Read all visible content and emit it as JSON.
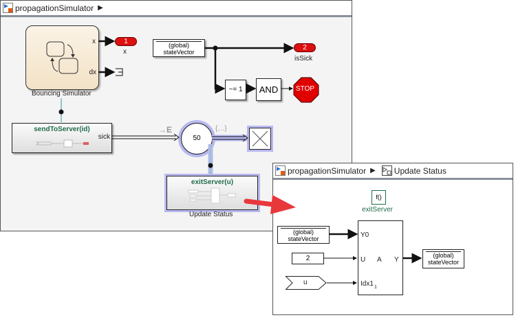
{
  "main_window": {
    "breadcrumb": [
      "propagationSimulator"
    ],
    "blocks": {
      "chart": {
        "label": "Bouncing Simulator",
        "ports": [
          "x",
          "dx"
        ]
      },
      "outport1": {
        "number": "1",
        "label": "x"
      },
      "global_from": {
        "line1": "(global)",
        "line2": "stateVector"
      },
      "outport2": {
        "number": "2",
        "label": "isSick"
      },
      "compare": {
        "text": "~= 1"
      },
      "and": {
        "text": "AND"
      },
      "stop": {
        "text": "STOP"
      },
      "send": {
        "title": "sendToServer(id)",
        "port": "sick"
      },
      "entity_label": "→E",
      "queue": {
        "text": "50"
      },
      "bus_label": "{…}",
      "exit": {
        "title": "exitServer(u)",
        "label": "Update Status"
      }
    }
  },
  "sub_window": {
    "breadcrumb": [
      "propagationSimulator",
      "Update Status"
    ],
    "blocks": {
      "trigger": {
        "text": "f()",
        "label": "exitServer"
      },
      "from_in": {
        "line1": "(global)",
        "line2": "stateVector"
      },
      "constant": {
        "text": "2"
      },
      "inport": {
        "text": "u"
      },
      "assign": {
        "ports": [
          "Y0",
          "U",
          "Idx1"
        ],
        "sub": "1",
        "center": "A",
        "out": "Y"
      },
      "to_out": {
        "line1": "(global)",
        "line2": "stateVector"
      }
    }
  },
  "colors": {
    "port_red": "#dd1010",
    "highlight": "#b8b8f0",
    "fn_green": "#1f6b4a",
    "arrow": "#e8383c"
  }
}
